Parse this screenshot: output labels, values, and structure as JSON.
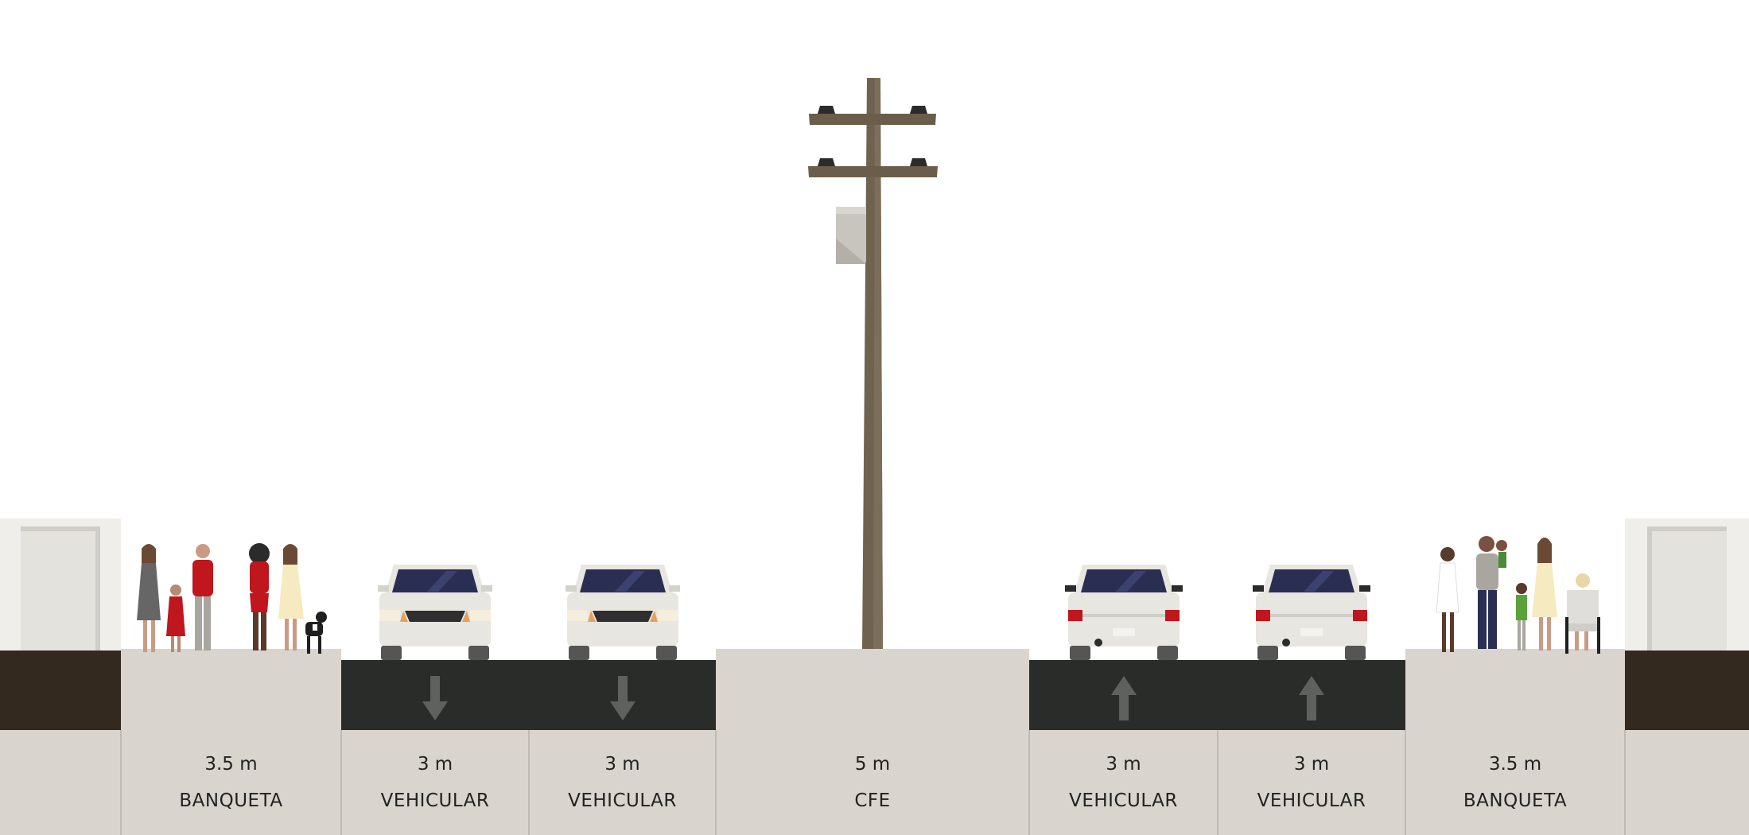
{
  "segments": [
    {
      "id": "banqueta-left",
      "width": "3.5 m",
      "name": "BANQUETA"
    },
    {
      "id": "vehicular-1",
      "width": "3 m",
      "name": "VEHICULAR",
      "direction": "down"
    },
    {
      "id": "vehicular-2",
      "width": "3 m",
      "name": "VEHICULAR",
      "direction": "down"
    },
    {
      "id": "cfe",
      "width": "5 m",
      "name": "CFE"
    },
    {
      "id": "vehicular-3",
      "width": "3 m",
      "name": "VEHICULAR",
      "direction": "up"
    },
    {
      "id": "vehicular-4",
      "width": "3 m",
      "name": "VEHICULAR",
      "direction": "up"
    },
    {
      "id": "banqueta-right",
      "width": "3.5 m",
      "name": "BANQUETA"
    }
  ],
  "colors": {
    "asphalt": "#2a2c2a",
    "sidewalk": "#d9d4cd",
    "building_base": "#34291f",
    "building_wall": "#efeeea",
    "pole": "#6f6350",
    "car_body": "#e8e6e0",
    "windshield": "#2a2e52",
    "tail_light": "#c0161d",
    "arrow": "#5f615f"
  },
  "icons": [
    "utility-pole-icon",
    "car-front-icon",
    "car-rear-icon",
    "pedestrian-icon",
    "dog-icon",
    "wheelchair-icon",
    "down-arrow-icon",
    "up-arrow-icon",
    "building-icon"
  ]
}
